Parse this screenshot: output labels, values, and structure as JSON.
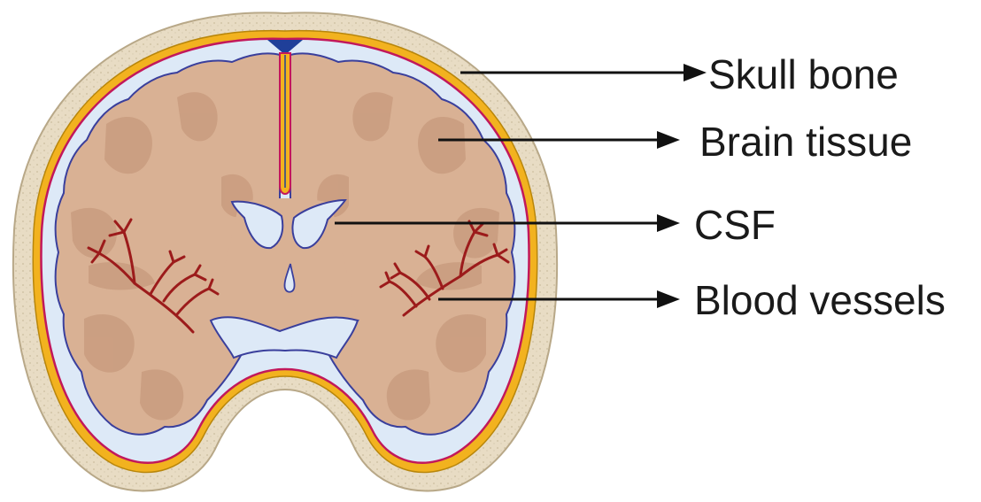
{
  "labels": {
    "skull_bone": "Skull bone",
    "brain_tissue": "Brain tissue",
    "csf": "CSF",
    "blood_vessels": "Blood vessels"
  },
  "colors": {
    "skull": "#e8dcc4",
    "dura": "#f2b21f",
    "pia": "#c2185b",
    "csf": "#dde9f7",
    "brain": "#d9b194",
    "brain_deep": "#c79a7c",
    "brain_outline": "#3a3f9c",
    "vessels": "#9c1b1b",
    "sinus": "#1f3f99",
    "arrows": "#111111"
  }
}
